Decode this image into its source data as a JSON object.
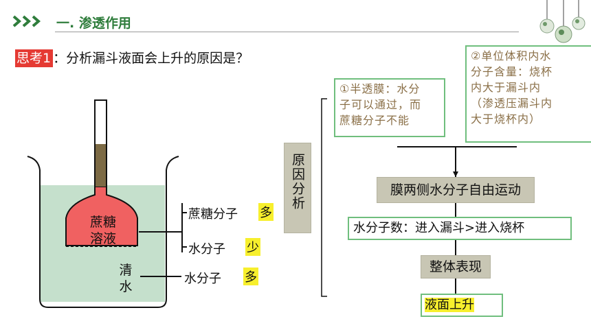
{
  "header": {
    "title": "一. 渗透作用",
    "arrows_icon": "triple-chevron-right-icon",
    "decoration_icon": "hanging-lamps-icon",
    "accent_color": "#2f7d3c"
  },
  "question": {
    "badge_text": "思考",
    "badge_number": "1",
    "text": "：分析漏斗液面会上升的原因是？",
    "badge_color": "#e53a33"
  },
  "beaker": {
    "solution_label_line1": "蔗糖",
    "solution_label_line2": "溶液",
    "water_label_line1": "清",
    "water_label_line2": "水",
    "water_color": "#c5e0cc",
    "solution_color": "#f06161",
    "tube_liquid_color": "#7c6a44"
  },
  "labels": {
    "sucrose_molecule": "蔗糖分子",
    "sucrose_amount": "多",
    "water_molecule_inside": "水分子",
    "water_inside_amount": "少",
    "water_molecule_outside": "水分子",
    "water_outside_amount": "多"
  },
  "analysis": {
    "reason_label": "原因分析",
    "note1_lines": [
      "①半透膜：水分",
      "子可以通过，而",
      "蔗糖分子不能"
    ],
    "note2_lines": [
      "②单位体积内水",
      "分子含量：烧杯",
      "内大于漏斗内",
      "（渗透压漏斗内",
      "大于烧杯内）"
    ],
    "step1": "膜两侧水分子自由运动",
    "step2": "水分子数：进入漏斗>进入烧杯",
    "step3": "整体表现",
    "step4": "液面上升",
    "box_border_color": "#6fbe7d",
    "note_text_color": "#8a6f47",
    "highlight_color": "#f7ef2d"
  }
}
